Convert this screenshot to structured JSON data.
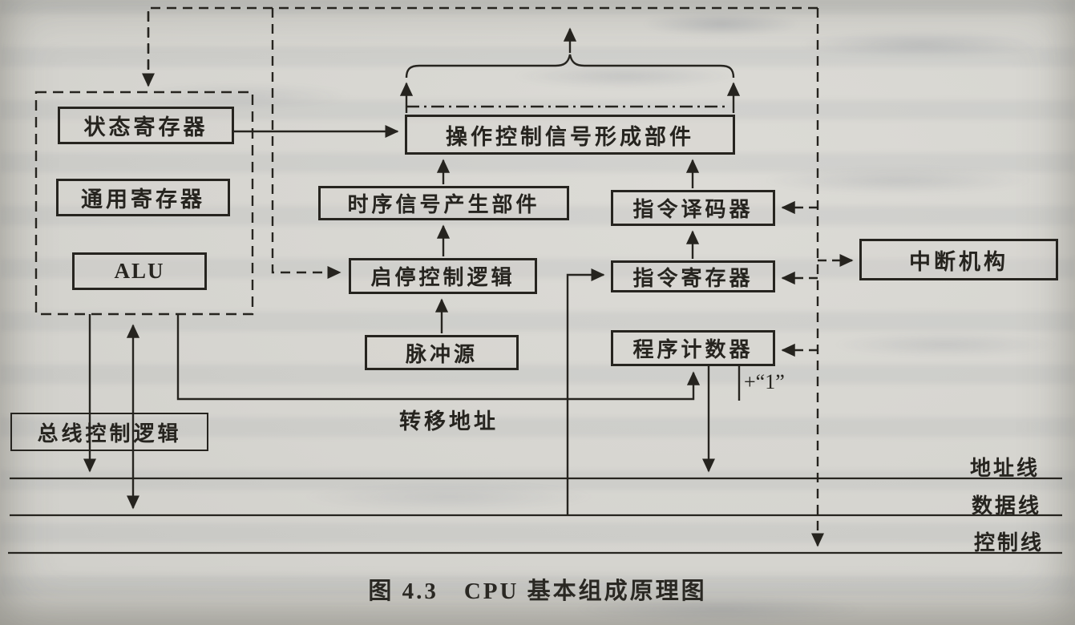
{
  "figure": {
    "caption": "图 4.3　CPU 基本组成原理图"
  },
  "blocks": {
    "status_register": "状态寄存器",
    "general_register": "通用寄存器",
    "alu": "ALU",
    "bus_control_logic": "总线控制逻辑",
    "operation_control_signal_unit": "操作控制信号形成部件",
    "timing_signal_generator": "时序信号产生部件",
    "start_stop_control_logic": "启停控制逻辑",
    "pulse_source": "脉冲源",
    "instruction_decoder": "指令译码器",
    "instruction_register": "指令寄存器",
    "program_counter": "程序计数器",
    "interrupt_mechanism": "中断机构"
  },
  "labels": {
    "branch_address": "转移地址",
    "plus_one": "+“1”",
    "address_line": "地址线",
    "data_line": "数据线",
    "control_line": "控制线"
  },
  "colors": {
    "paper": "#d7d6d1",
    "ink": "#26241f"
  }
}
